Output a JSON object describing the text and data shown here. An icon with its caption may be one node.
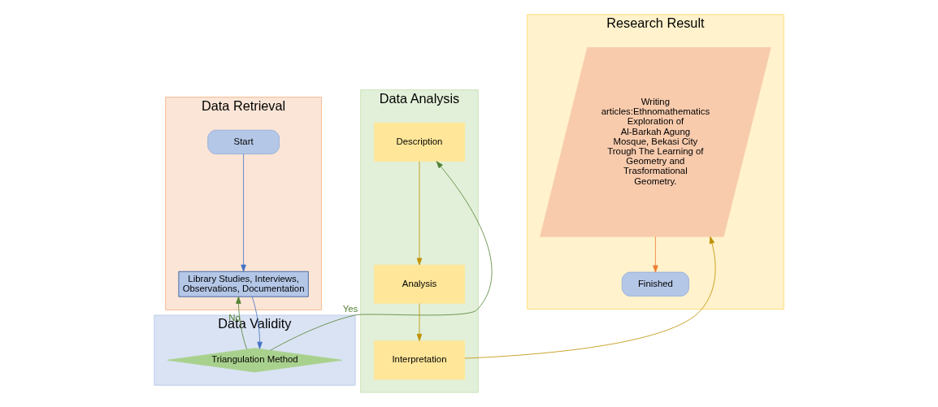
{
  "diagram": {
    "nodes": [
      {
        "text": [
          "Data Retrieval"
        ]
      },
      {
        "text": [
          "Start"
        ],
        "in": 0
      },
      {
        "text": [
          "Library Studies, Interviews, Observations, Documentation"
        ],
        "in": 0
      },
      {
        "text": [
          "Data Validity"
        ]
      },
      {
        "text": [
          "Triangulation Method"
        ],
        "in": 3
      },
      {
        "text": [
          "Data Analysis"
        ]
      },
      {
        "text": [
          "Description"
        ],
        "in": 5
      },
      {
        "text": [
          "Analysis"
        ],
        "in": 5
      },
      {
        "text": [
          "Interpretation"
        ],
        "in": 5
      },
      {
        "text": [
          "Research Result"
        ]
      },
      {
        "text": [
          "Writing articles:Ethnomathematics Exploration of Al-Barkah Agung Mosque, Bekasi City Trough The Learning of Geometry and Trasformational Geometry."
        ],
        "in": 9
      },
      {
        "text": [
          "Finished"
        ],
        "in": 9
      }
    ],
    "edges": [
      {
        "from": 1,
        "to": 2,
        "arrow": "to",
        "color": "#4472c4"
      },
      {
        "from": 2,
        "to": 4,
        "arrow": "to",
        "color": "#4472c4"
      },
      {
        "from": 4,
        "to": 2,
        "arrow": "to",
        "label": "No",
        "color": "#548235"
      },
      {
        "from": 4,
        "to": 6,
        "arrow": "to",
        "label": "Yes",
        "color": "#548235"
      },
      {
        "from": 6,
        "to": 7,
        "arrow": "to",
        "color": "#bf9000"
      },
      {
        "from": 7,
        "to": 8,
        "arrow": "to",
        "color": "#bf9000"
      },
      {
        "from": 8,
        "to": 10,
        "arrow": "to",
        "color": "#bf9000"
      },
      {
        "from": 10,
        "to": 11,
        "arrow": "to",
        "color": "#ed7d31"
      }
    ]
  }
}
